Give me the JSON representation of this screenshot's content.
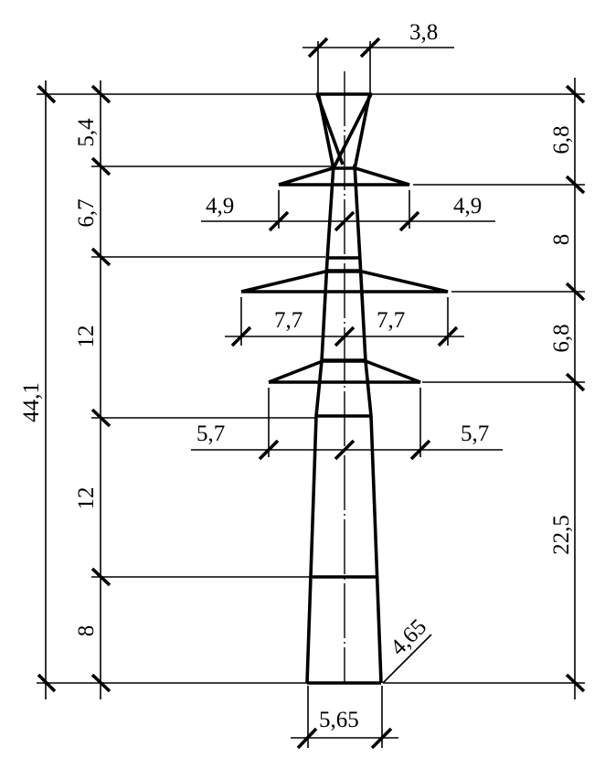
{
  "diagram": {
    "subject": "Transmission tower dimensional drawing",
    "line_color": "#000000",
    "background": "#ffffff",
    "dimensions": {
      "top_width": "3,8",
      "base_width": "5,65",
      "base_diagonal": "4,65",
      "overall_height": "44,1",
      "left_segments": [
        "5,4",
        "6,7",
        "12",
        "12",
        "8"
      ],
      "right_segments": [
        "6,8",
        "8",
        "6,8",
        "22,5"
      ],
      "upper_arm_left": "4,9",
      "upper_arm_right": "4,9",
      "middle_arm_left": "7,7",
      "middle_arm_right": "7,7",
      "lower_arm_left": "5,7",
      "lower_arm_right": "5,7"
    }
  }
}
